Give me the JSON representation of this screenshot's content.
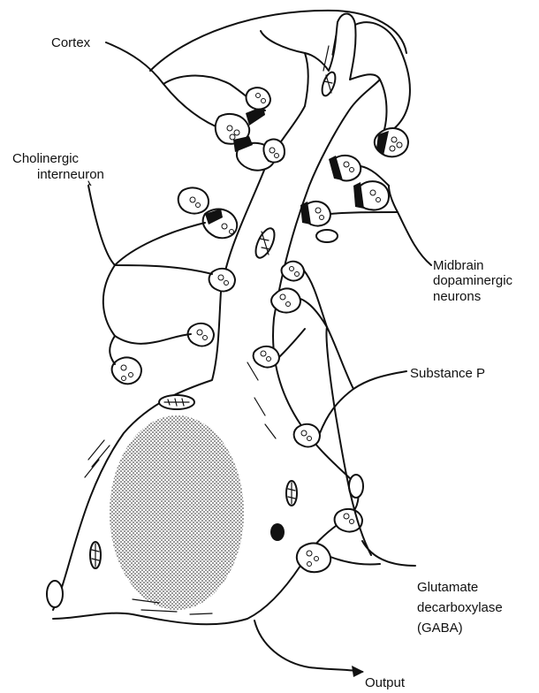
{
  "labels": {
    "cortex": "Cortex",
    "cholinergic_1": "Cholinergic",
    "cholinergic_2": "interneuron",
    "midbrain_1": "Midbrain",
    "midbrain_2": "dopaminergic",
    "midbrain_3": "neurons",
    "substance_p": "Substance P",
    "glutamate_1": "Glutamate",
    "glutamate_2": "decarboxylase",
    "glutamate_3": "(GABA)",
    "output": "Output"
  },
  "colors": {
    "ink": "#111111",
    "paper": "#ffffff"
  }
}
